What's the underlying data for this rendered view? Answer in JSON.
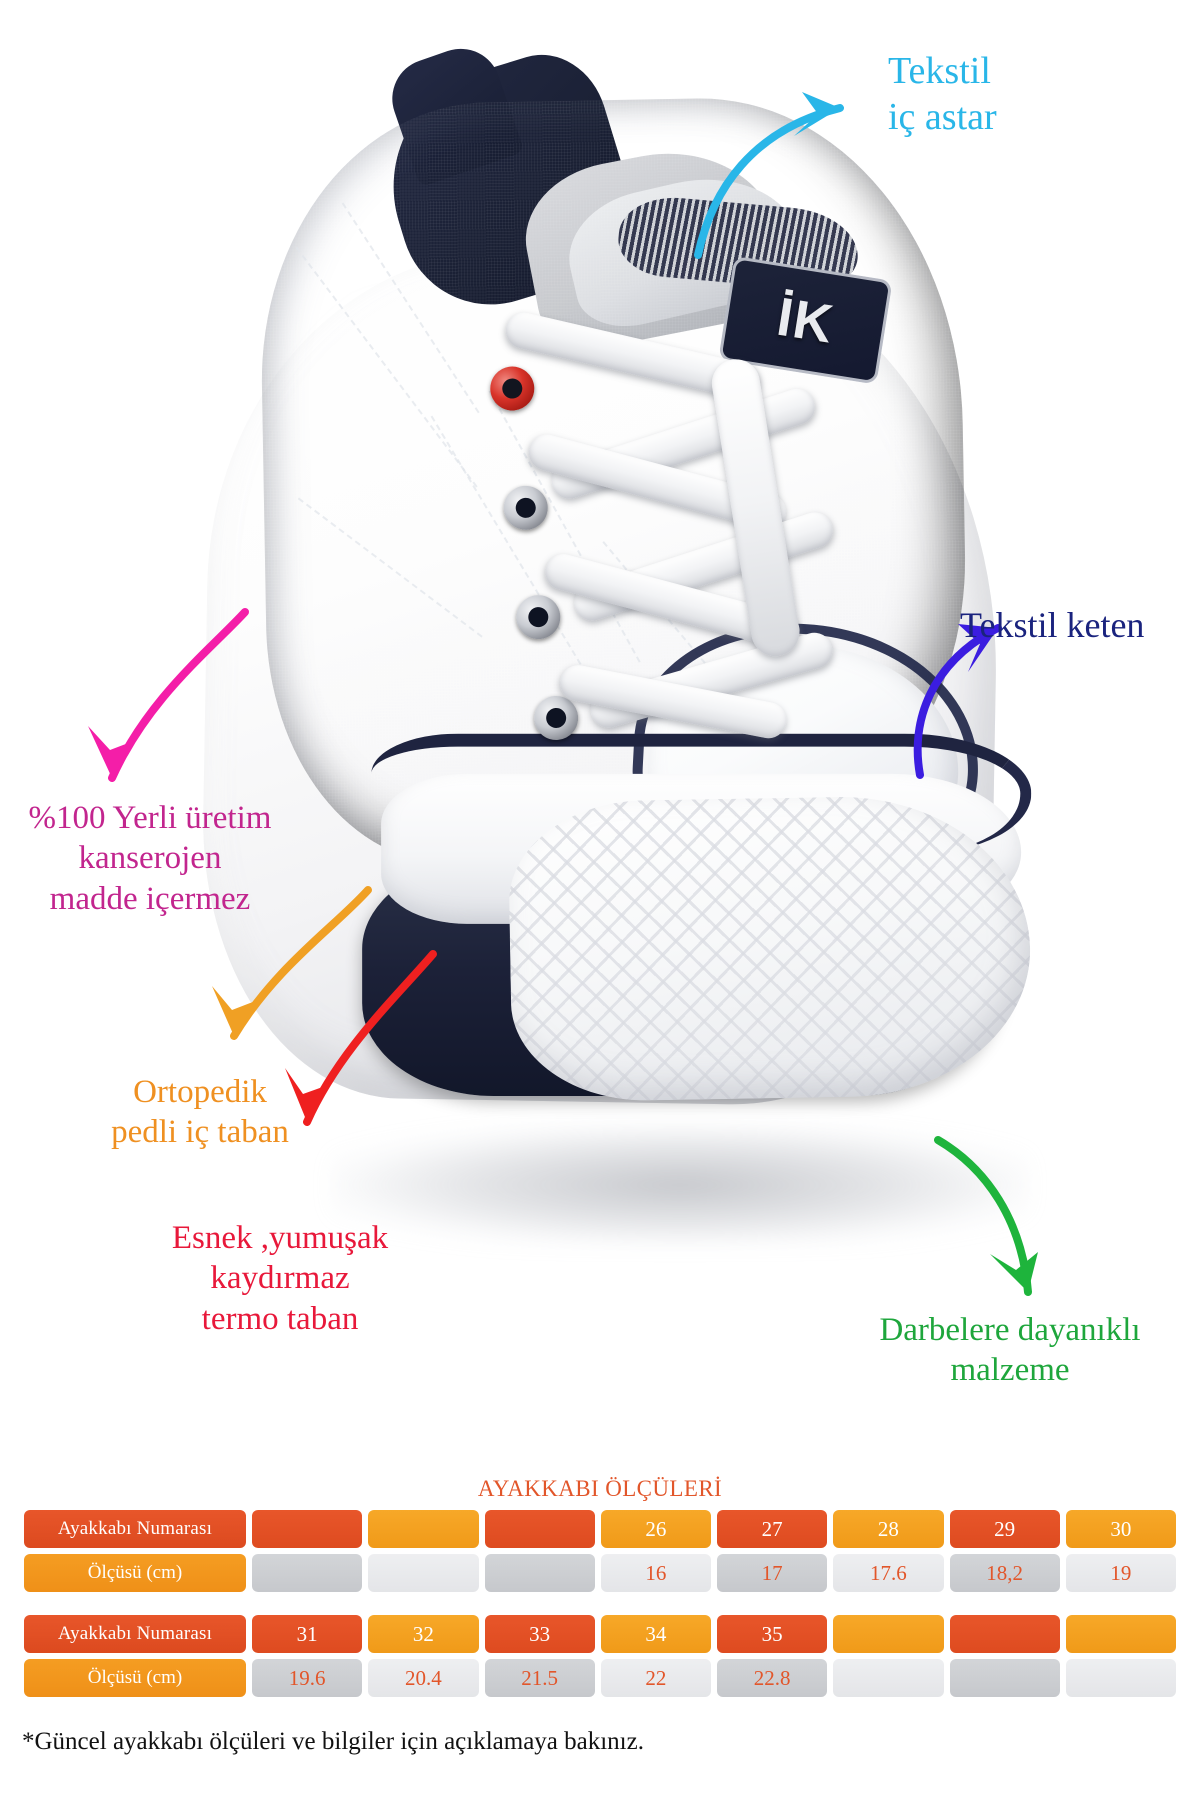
{
  "product": {
    "brand_patch_text": "İK",
    "description": "Lacivert kanvas çocuk spor ayakkabı"
  },
  "callouts": [
    {
      "id": "textile-lining",
      "text": "Tekstil\niç astar",
      "color": "#29b6e8",
      "arrow": "curved-right-up"
    },
    {
      "id": "textile-linen",
      "text": "Tekstil keten",
      "color": "#1a237e",
      "arrow": "curved-up-left"
    },
    {
      "id": "domestic-production",
      "text": "%100 Yerli üretim\nkanserojen\nmadde içermez",
      "color": "#c2258e",
      "arrow": "curved-down-left"
    },
    {
      "id": "orthopedic-insole",
      "text": "Ortopedik\npedli iç taban",
      "color": "#ef9021",
      "arrow": "curved-down-left"
    },
    {
      "id": "flexible-sole",
      "text": "Esnek ,yumuşak\nkaydırmaz\ntermo taban",
      "color": "#e8183a",
      "arrow": "curved-down-left"
    },
    {
      "id": "impact-resistant",
      "text": "Darbelere dayanıklı\nmalzeme",
      "color": "#1ea63c",
      "arrow": "curved-down-right"
    }
  ],
  "sizes": {
    "title": "AYAKKABI ÖLÇÜLERİ",
    "row_label_number": "Ayakkabı Numarası",
    "row_label_cm": "Ölçüsü (cm)",
    "tables": [
      {
        "numbers": [
          "",
          "",
          "",
          "26",
          "27",
          "28",
          "29",
          "30"
        ],
        "measurements": [
          "",
          "",
          "",
          "16",
          "17",
          "17.6",
          "18,2",
          "19"
        ]
      },
      {
        "numbers": [
          "31",
          "32",
          "33",
          "34",
          "35",
          "",
          "",
          ""
        ],
        "measurements": [
          "19.6",
          "20.4",
          "21.5",
          "22",
          "22.8",
          "",
          "",
          ""
        ]
      }
    ],
    "footnote": "*Güncel ayakkabı ölçüleri ve bilgiler için açıklamaya bakınız."
  },
  "colors": {
    "cyan": "#29b6e8",
    "navy": "#1a237e",
    "pink": "#c2258e",
    "magenta_arrow": "#f41ea8",
    "orange": "#ef9021",
    "red": "#e8183a",
    "green": "#1ea63c",
    "table_orange_dark": "#e8562a",
    "table_orange_light": "#f7a828",
    "table_grey_dark": "#d3d5d8",
    "table_grey_light": "#eeeff1",
    "shoe_navy": "#1d2339"
  }
}
